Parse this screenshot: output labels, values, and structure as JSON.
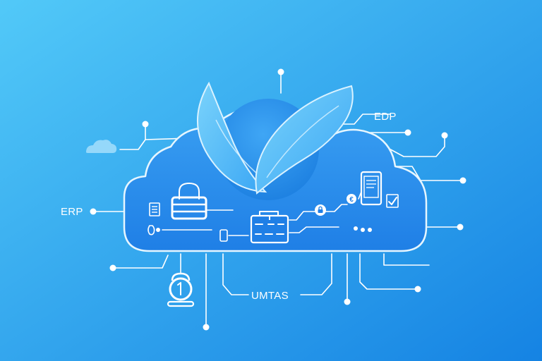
{
  "labels": {
    "erp": "ERP",
    "edp": "EDP",
    "umtas": "UMTAS"
  },
  "colors": {
    "background_top": "#4cc2f7",
    "background_bottom": "#1a8ae6",
    "cloud_fill": "#2a8ff0",
    "cloud_stroke": "#dff3ff",
    "globe": "#2f93ee",
    "wing": "#5fc0f6",
    "line": "#ffffff"
  },
  "icons": [
    "small-cloud-icon",
    "wing-globe-icon",
    "padlock-icon",
    "document-icon",
    "shield-icon",
    "toolbox-icon",
    "mobile-phone-icon",
    "tablet-icon",
    "check-document-icon",
    "lock-badge-icon",
    "euro-coin-icon",
    "timer-lock-icon"
  ]
}
